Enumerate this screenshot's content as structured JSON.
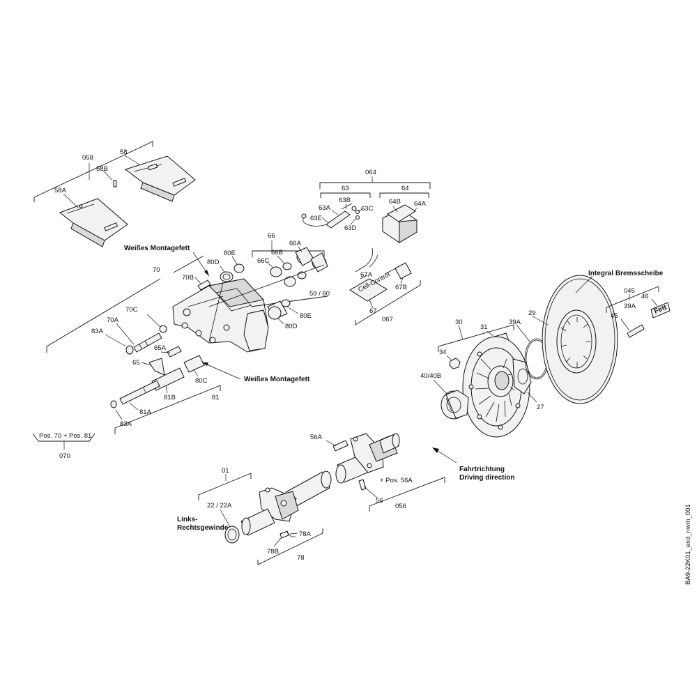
{
  "labels": {
    "l058": "058",
    "l58": "58",
    "l58b": "58B",
    "l58a": "58A",
    "l064": "064",
    "l63": "63",
    "l64": "64",
    "l63a": "63A",
    "l63b": "63B",
    "l63c": "63C",
    "l63d": "63D",
    "l63e": "63E",
    "l64b": "64B",
    "l64a": "64A",
    "l66": "66",
    "l66a": "66A",
    "l66b": "66B",
    "l66c": "66C",
    "l80e_top": "80E",
    "l80d_top": "80D",
    "l70b": "70B",
    "l70": "70",
    "l70c": "70C",
    "l70a": "70A",
    "l83a_top": "83A",
    "l65a": "65A",
    "l65": "65",
    "l80c": "80C",
    "l81b": "81B",
    "l81": "81",
    "l81a": "81A",
    "l83a_bottom": "83A",
    "l5960": "59 / 60",
    "l80e_mid": "80E",
    "l80d_mid": "80D",
    "l67a": "67A",
    "l67b": "67B",
    "l67": "67",
    "l067": "067",
    "l30": "30",
    "l31": "31",
    "l39a_mid": "39A",
    "l34": "34",
    "l29": "29",
    "l4040b": "40/40B",
    "l27": "27",
    "l045": "045",
    "l46": "46",
    "l39a_right": "39A",
    "l45": "45",
    "l070": "070",
    "l56a": "56A",
    "l56": "56",
    "l056": "056",
    "l01": "01",
    "l22": "22 / 22A",
    "l78a": "78A",
    "l78b": "78B",
    "l78": "78"
  },
  "texts": {
    "weisses_top": "Weißes Montagefett",
    "weisses_bottom": "Weißes Montagefett",
    "integral": "Integral Bremsscheibe",
    "fett": "Fett",
    "pos7081": "Pos. 70 + Pos. 81",
    "pos56a": "+ Pos. 56A",
    "fahrtrichtung": "Fahrtrichtung",
    "driving": "Driving direction",
    "links": "Links-",
    "rechts": "Rechtsgewinde",
    "drawing_id": "BA9-22K01_exd_nwm_001",
    "sensor_text": "Cell-Control"
  }
}
